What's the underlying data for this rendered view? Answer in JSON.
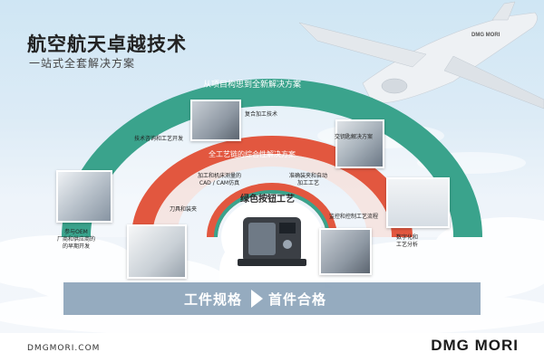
{
  "header": {
    "title": "航空航天卓越技术",
    "subtitle": "一站式全套解决方案"
  },
  "arcs": {
    "outer_title": "从项目构思到全新解决方案",
    "middle_title": "全工艺链的综合性解决方案",
    "inner_title": "绿色按钮工艺"
  },
  "outer_labels": [
    {
      "id": "coating",
      "text": "复合加工技术"
    },
    {
      "id": "tech_dev",
      "text": "技术咨询和工艺开发"
    },
    {
      "id": "turnkey",
      "text": "交钥匙解决方案"
    },
    {
      "id": "oem",
      "text": "参与OEM\n厂商和供应商的\n的早期开发"
    },
    {
      "id": "digital",
      "text": "数字化和\n工艺分析"
    }
  ],
  "middle_labels": [
    {
      "id": "cadcam",
      "text": "加工和机床测量的\nCAD / CAM仿真"
    },
    {
      "id": "auto",
      "text": "准确装夹和自动\n加工工艺"
    },
    {
      "id": "tooling",
      "text": "刀具和装夹"
    },
    {
      "id": "measure",
      "text": "监控和控制工艺流程"
    }
  ],
  "bottom": {
    "left": "工件规格",
    "right": "首件合格"
  },
  "footer": {
    "url": "DMGMORI.COM",
    "logo": "DMG MORI"
  },
  "colors": {
    "outer_arc": "#3aa38c",
    "middle_arc": "#e2573f",
    "inner_ring": "#ffffff",
    "bottom_band": "#8aa2b8"
  }
}
